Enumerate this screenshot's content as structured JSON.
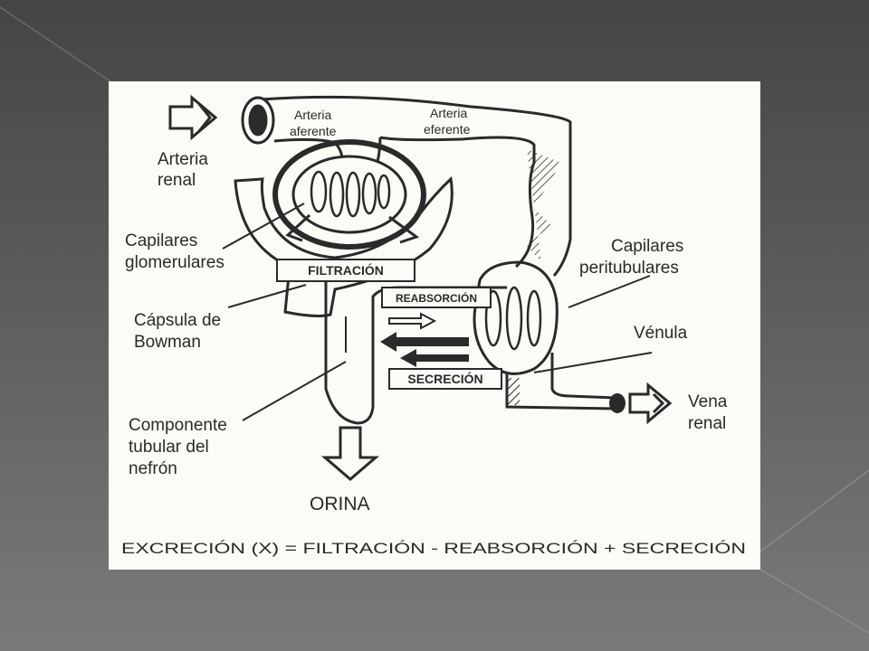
{
  "colors": {
    "panel_background": "#fbfbf7",
    "ink": "#2a2a2a",
    "slide_background": "#555555"
  },
  "labels": {
    "arteria_renal": [
      "Arteria",
      "renal"
    ],
    "arteria_aferente": [
      "Arteria",
      "aferente"
    ],
    "arteria_eferente": [
      "Arteria",
      "eferente"
    ],
    "capilares_glomerulares": [
      "Capilares",
      "glomerulares"
    ],
    "capsula_bowman": [
      "Cápsula de",
      "Bowman"
    ],
    "componente_tubular": [
      "Componente",
      "tubular del",
      "nefrón"
    ],
    "capilares_peritubulares": [
      "Capilares",
      "peritubulares"
    ],
    "venula": "Vénula",
    "vena_renal": [
      "Vena",
      "renal"
    ],
    "orina": "ORINA"
  },
  "process_boxes": {
    "filtracion": "FILTRACIÓN",
    "reabsorcion": "REABSORCIÓN",
    "secrecion": "SECRECIÓN"
  },
  "formula": "EXCRECIÓN (X) = FILTRACIÓN - REABSORCIÓN + SECRECIÓN"
}
